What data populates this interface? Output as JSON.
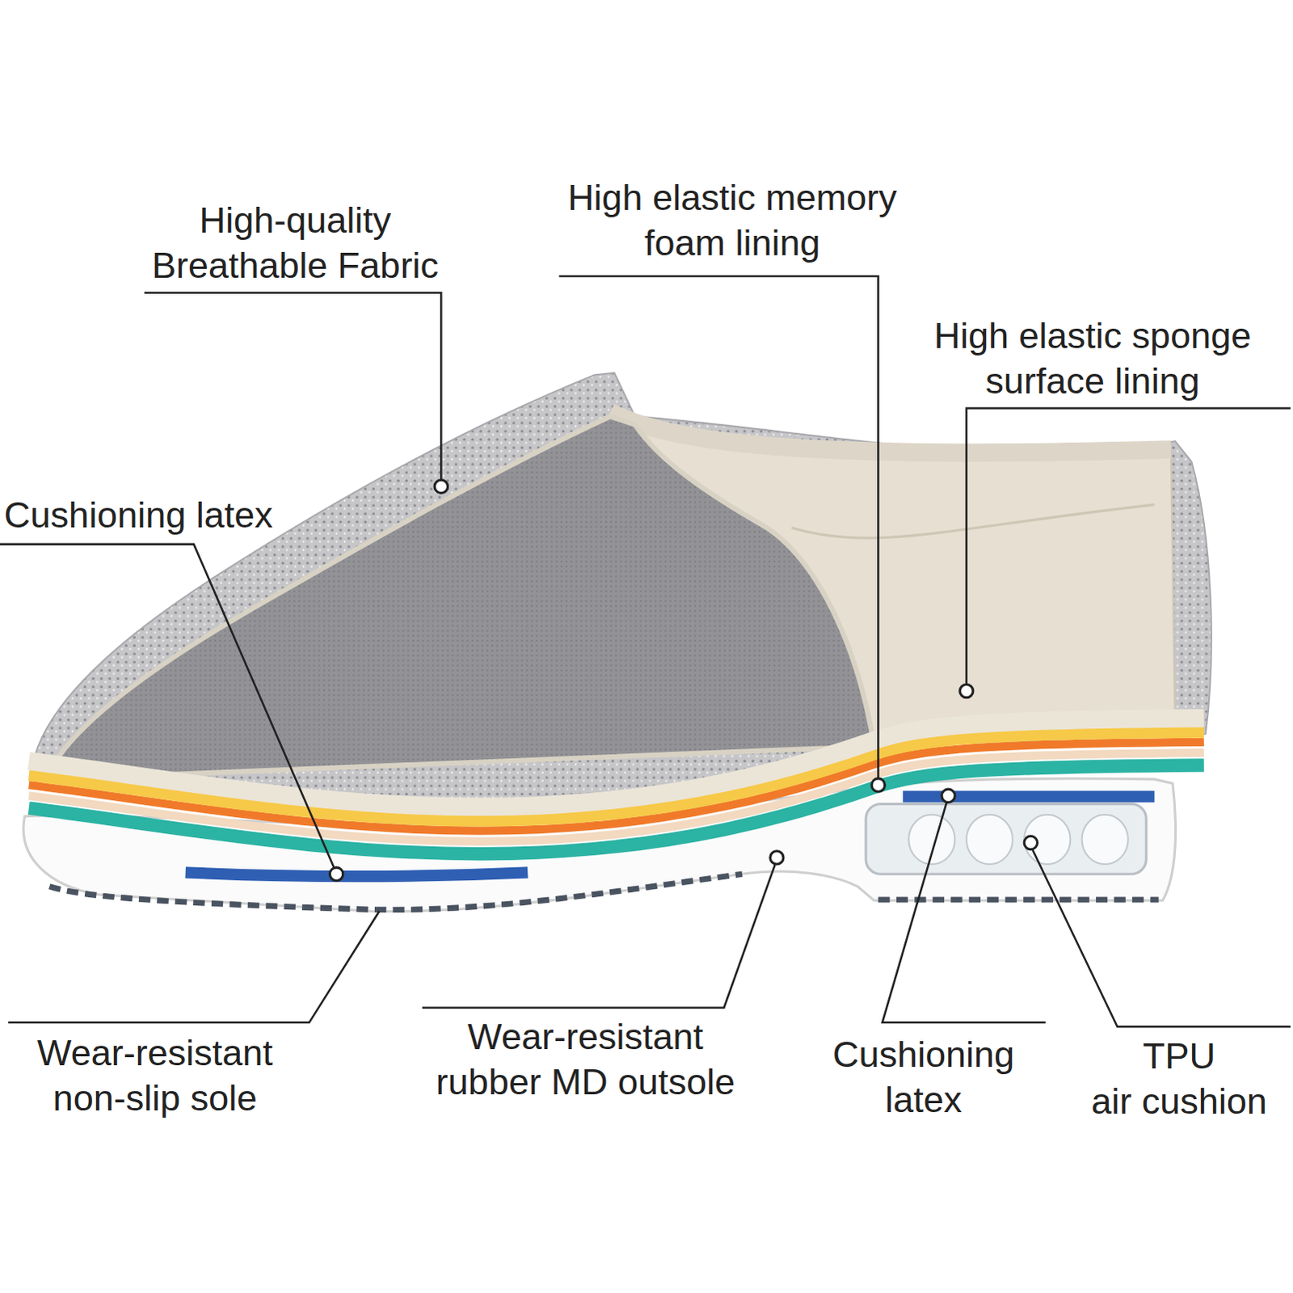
{
  "diagram": {
    "labels": [
      "High-quality Breathable Fabric",
      "High elastic memory foam lining",
      "High elastic sponge surface lining",
      "Cushioning latex",
      "Wear-resistant non-slip sole",
      "Wear-resistant rubber MD outsole",
      "Cushioning latex",
      "TPU air cushion"
    ]
  }
}
